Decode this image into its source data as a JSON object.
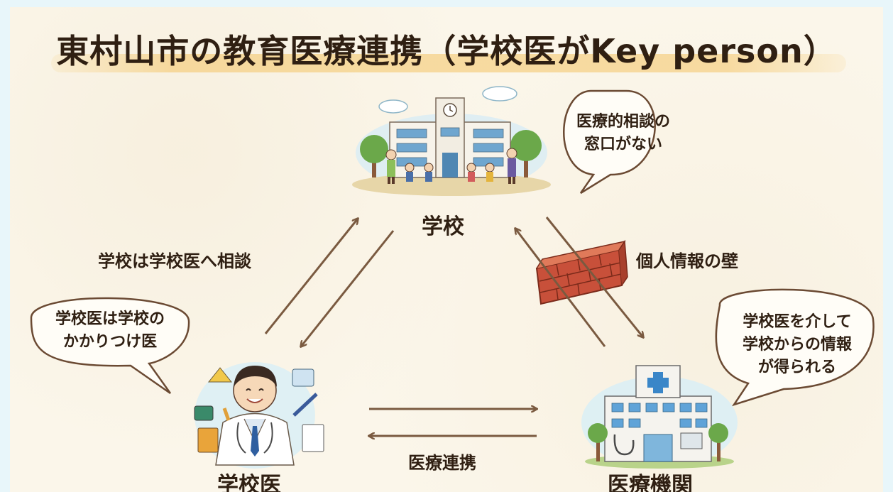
{
  "title": "東村山市の教育医療連携（学校医がKey person）",
  "nodes": {
    "school": "学校",
    "school_doctor": "学校医",
    "medical": "医療機関"
  },
  "edge_labels": {
    "school_to_doctor": "学校は学校医へ相談",
    "privacy_wall": "個人情報の壁",
    "medical_cooperation": "医療連携"
  },
  "bubbles": {
    "school_bubble": [
      "医療的相談の",
      "窓口がない"
    ],
    "doctor_bubble": [
      "学校医は学校の",
      "かかりつけ医"
    ],
    "medical_bubble": [
      "学校医を介して",
      "学校からの情報",
      "が得られる"
    ]
  },
  "colors": {
    "arrow": "#7a5a40",
    "brick": "#c8503a",
    "bubble_stroke": "#6b4a33",
    "title_highlight": "#f4c464"
  }
}
